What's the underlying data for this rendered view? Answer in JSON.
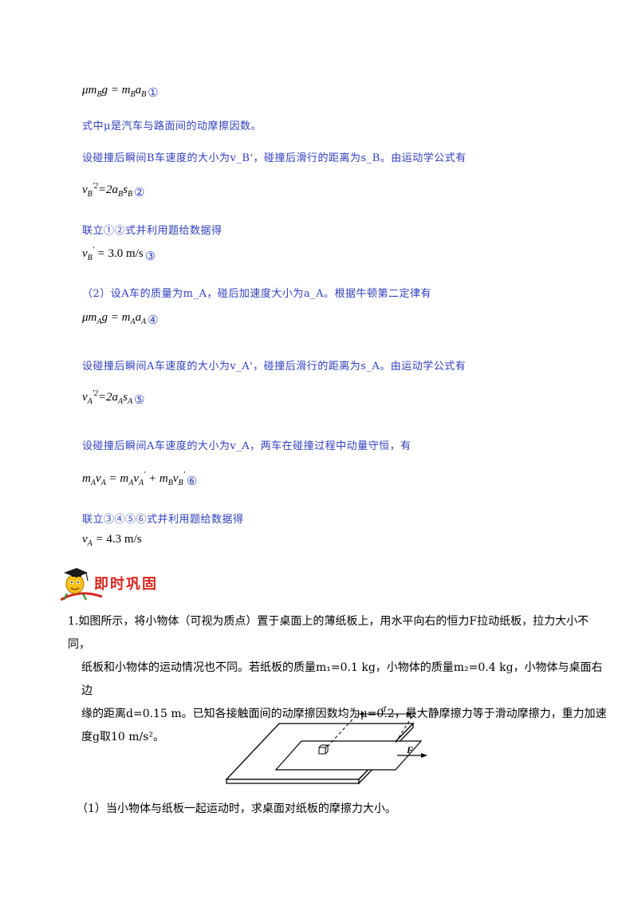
{
  "lines": {
    "eq1": "μm_B g = m_B a_B ①",
    "eq1_circ": "①",
    "t1": "式中μ是汽车与路面间的动摩擦因数。",
    "t2": "设碰撞后瞬间B车速度的大小为v_B'，碰撞后滑行的距离为s_B。由运动学公式有",
    "eq2_circ": "②",
    "t3": "联立①②式并利用题给数据得",
    "eq3_val": "3.0 m/s",
    "eq3_circ": "③",
    "t4": "（2）设A车的质量为m_A，碰后加速度大小为a_A。根据牛顿第二定律有",
    "eq4_circ": "④",
    "t5": "设碰撞后瞬间A车速度的大小为v_A'，碰撞后滑行的距离为s_A。由运动学公式有",
    "eq5_circ": "⑤",
    "t6": "设碰撞后瞬间A车速度的大小为v_A，两车在碰撞过程中动量守恒，有",
    "eq6_circ": "⑥",
    "t7": "联立③④⑤⑥式并利用题给数据得",
    "eq7_val": "4.3 m/s"
  },
  "heading": {
    "title": "即时巩固"
  },
  "problem": {
    "number": "1.",
    "text_line1": "如图所示，将小物体（可视为质点）置于桌面上的薄纸板上，用水平向右的恒力F拉动纸板，拉力大小不同，",
    "text_line2": "纸板和小物体的运动情况也不同。若纸板的质量m₁=0.1 kg，小物体的质量m₂=0.4 kg，小物体与桌面右边",
    "text_line3": "缘的距离d=0.15 m。已知各接触面间的动摩擦因数均为μ=0.2，最大静摩擦力等于滑动摩擦力，重力加速",
    "text_line4": "度g取10 m/s²。",
    "sub1": "（1）当小物体与纸板一起运动时，求桌面对纸板的摩擦力大小。"
  },
  "figure": {
    "label_d": "d",
    "label_F": "F"
  }
}
